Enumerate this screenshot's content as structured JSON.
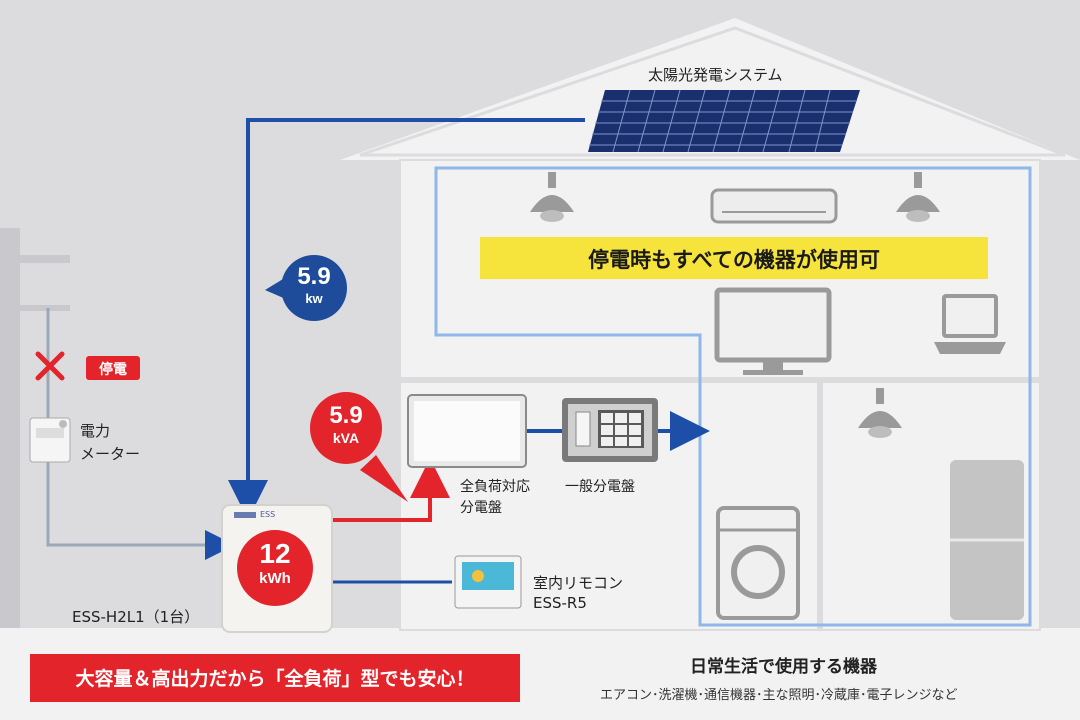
{
  "solar": {
    "label": "太陽光発電システム"
  },
  "house": {
    "banner": "停電時もすべての機器が使用可"
  },
  "outage": {
    "tag": "停電"
  },
  "meter": {
    "line1": "電力",
    "line2": "メーター"
  },
  "bubbles": {
    "pv_value": "5.9",
    "pv_unit": "kw",
    "output_value": "5.9",
    "output_unit": "kVA",
    "battery_value": "12",
    "battery_unit": "kWh"
  },
  "battery": {
    "brand": "ESS",
    "model": "ESS-H2L1（1台）"
  },
  "panels": {
    "full_load_line1": "全負荷対応",
    "full_load_line2": "分電盤",
    "general": "一般分電盤"
  },
  "remote": {
    "line1": "室内リモコン",
    "line2": "ESS-R5"
  },
  "footer": {
    "banner": "大容量＆高出力だから「全負荷」型でも安心！",
    "appliances_title": "日常生活で使用する機器",
    "appliances_list": "エアコン･洗濯機･通信機器･主な照明･冷蔵庫･電子レンジなど"
  },
  "colors": {
    "blue_line": "#1d4fa8",
    "red_line": "#e3242b",
    "bubble_blue": "#1e4c9a",
    "bubble_red": "#e3242b",
    "banner_yellow": "#f6e33c",
    "house_outline": "#8fb8e8"
  }
}
